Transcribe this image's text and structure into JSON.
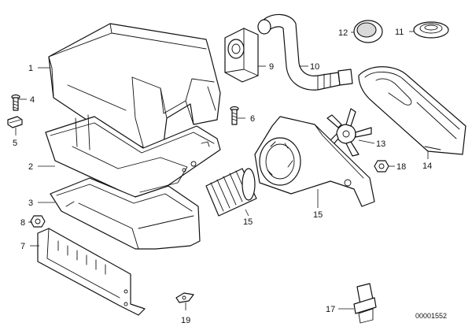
{
  "callouts": {
    "c1": "1",
    "c2": "2",
    "c3": "3",
    "c4": "4",
    "c5": "5",
    "c6": "6",
    "c7": "7",
    "c8": "8",
    "c9": "9",
    "c10": "10",
    "c11": "11",
    "c12": "12",
    "c13": "13",
    "c14": "14",
    "c15a": "15",
    "c15b": "15",
    "c17": "17",
    "c18": "18",
    "c19": "19"
  },
  "reference_number": "00001552"
}
